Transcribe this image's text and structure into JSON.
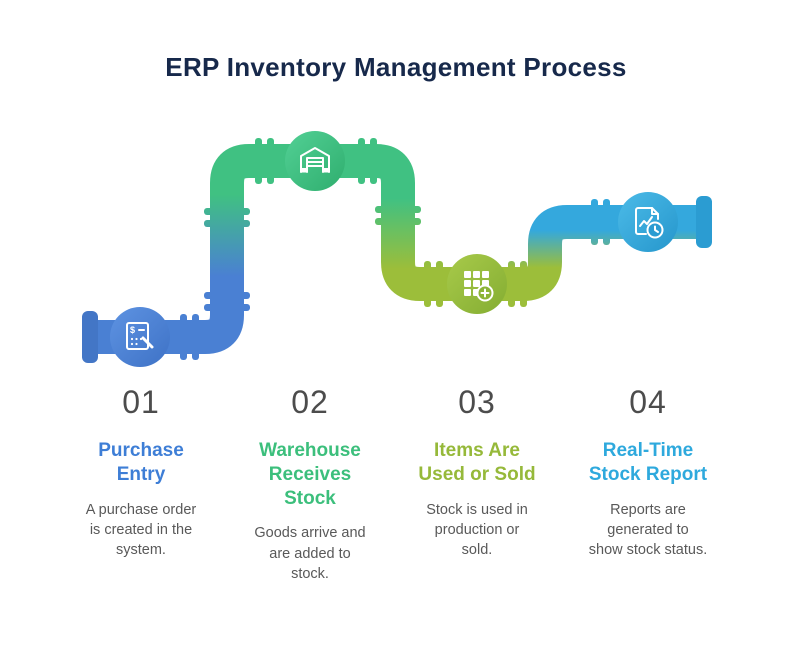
{
  "title": "ERP Inventory Management Process",
  "colors": {
    "title_navy": "#17294b",
    "step1_blue": "#4a80d3",
    "step2_green": "#41c383",
    "step3_olive": "#9cbe3a",
    "step4_cyan": "#35aadd",
    "number_gray": "#4c4c4c",
    "body_gray": "#595959"
  },
  "steps": [
    {
      "number": "01",
      "heading": "Purchase\nEntry",
      "description": "A purchase order\nis created in the\nsystem.",
      "color": "#3e7ed6",
      "icon": "invoice-calculator-icon"
    },
    {
      "number": "02",
      "heading": "Warehouse\nReceives\nStock",
      "description": "Goods arrive and\nare added to\nstock.",
      "color": "#3cbf7c",
      "icon": "warehouse-icon"
    },
    {
      "number": "03",
      "heading": "Items Are\nUsed or Sold",
      "description": "Stock is used in\nproduction or\nsold.",
      "color": "#96b93a",
      "icon": "inventory-boxes-icon"
    },
    {
      "number": "04",
      "heading": "Real-Time\nStock Report",
      "description": "Reports are\ngenerated to\nshow stock status.",
      "color": "#2ea9dd",
      "icon": "stock-report-icon"
    }
  ],
  "diagram": {
    "nodes": [
      {
        "step": "01",
        "icon": "invoice-calculator-icon",
        "color": "#4a80d3"
      },
      {
        "step": "02",
        "icon": "warehouse-icon",
        "color": "#41c383"
      },
      {
        "step": "03",
        "icon": "inventory-boxes-icon",
        "color": "#96b93a"
      },
      {
        "step": "04",
        "icon": "stock-report-icon",
        "color": "#35aadd"
      }
    ]
  }
}
